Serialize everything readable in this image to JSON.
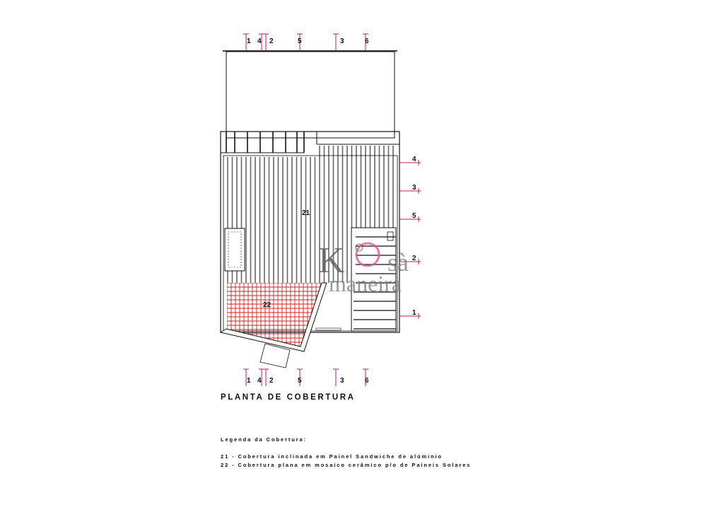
{
  "drawing": {
    "title": "PLANTA DE COBERTURA",
    "area_labels": {
      "inclined": "21",
      "flat": "22"
    },
    "section_markers_top": [
      "1",
      "4",
      "2",
      "5",
      "3",
      "6"
    ],
    "section_markers_bottom": [
      "1",
      "4",
      "2",
      "5",
      "3",
      "6"
    ],
    "section_markers_right": [
      "4",
      "3",
      "5",
      "2",
      "1"
    ],
    "colors": {
      "line": "#111111",
      "marker": "#c2186b",
      "tile": "#d42020"
    }
  },
  "legend": {
    "heading": "Legenda da Cobertura:",
    "items": [
      "21 - Cobertura inclinada em Painel Sandwiche de alúminio",
      "22 - Cobertura plana em mosaico cerâmico p/o de Paineis Solares"
    ]
  },
  "watermark": {
    "text": "KOsà maneira"
  }
}
